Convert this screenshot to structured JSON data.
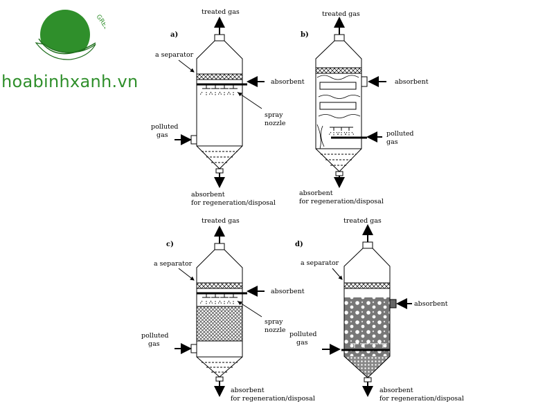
{
  "logo": {
    "brand_name": "hoabinhxanh.vn",
    "arc_text": "GREENPEACE",
    "colors": {
      "green": "#2f8f2b",
      "dark_green": "#1f6e1d"
    },
    "icon": "hand-holding-earth-icon"
  },
  "panels": {
    "a": {
      "label": "a)",
      "treated_gas": "treated gas",
      "separator": "a separator",
      "absorbent": "absorbent",
      "spray": "spray",
      "nozzle": "nozzle",
      "polluted": "polluted",
      "gas": "gas",
      "out1": "absorbent",
      "out2": "for regeneration/disposal"
    },
    "b": {
      "label": "b)",
      "treated_gas": "treated gas",
      "absorbent": "absorbent",
      "polluted": "polluted",
      "gas": "gas",
      "out1": "absorbent",
      "out2": "for regeneration/disposal"
    },
    "c": {
      "label": "c)",
      "treated_gas": "treated gas",
      "separator": "a separator",
      "absorbent": "absorbent",
      "spray": "spray",
      "nozzle": "nozzle",
      "polluted": "polluted",
      "gas": "gas",
      "out1": "absorbent",
      "out2": "for regeneration/disposal"
    },
    "d": {
      "label": "d)",
      "treated_gas": "treated gas",
      "separator": "a separator",
      "absorbent": "absorbent",
      "polluted": "polluted",
      "gas": "gas",
      "out1": "absorbent",
      "out2": "for regeneration/disposal"
    }
  }
}
